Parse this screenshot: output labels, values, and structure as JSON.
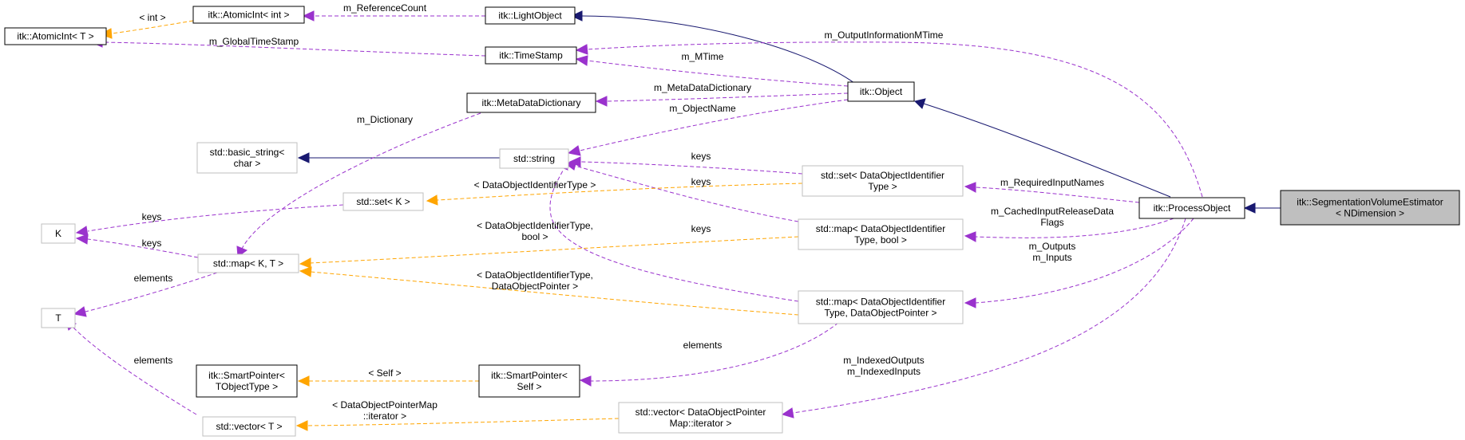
{
  "colors": {
    "inheritance": "#191970",
    "usage": "#9a32cd",
    "template": "#ffa500",
    "documented_border": "#000000",
    "undocumented_border": "#bfbfbf",
    "focus_fill": "#bfbfbf",
    "node_fill": "#ffffff"
  },
  "nodes": {
    "atomic_int_t": [
      "itk::AtomicInt< T >"
    ],
    "atomic_int_int": [
      "itk::AtomicInt< int >"
    ],
    "light_object": [
      "itk::LightObject"
    ],
    "time_stamp": [
      "itk::TimeStamp"
    ],
    "meta_data_dictionary": [
      "itk::MetaDataDictionary"
    ],
    "object": [
      "itk::Object"
    ],
    "basic_string": [
      "std::basic_string<",
      "char >"
    ],
    "std_string": [
      "std::string"
    ],
    "set_doi_type": [
      "std::set< DataObjectIdentifier",
      "Type >"
    ],
    "std_set_k": [
      "std::set< K >"
    ],
    "k": [
      "K"
    ],
    "map_kt": [
      "std::map< K, T >"
    ],
    "map_doi_bool": [
      "std::map< DataObjectIdentifier",
      "Type, bool >"
    ],
    "t": [
      "T"
    ],
    "map_doi_pointer": [
      "std::map< DataObjectIdentifier",
      "Type, DataObjectPointer >"
    ],
    "smart_pointer_tobject": [
      "itk::SmartPointer<",
      "TObjectType >"
    ],
    "smart_pointer_self": [
      "itk::SmartPointer<",
      "Self >"
    ],
    "std_vector_t": [
      "std::vector< T >"
    ],
    "vector_doi_pointer_map": [
      "std::vector< DataObjectPointer",
      "Map::iterator >"
    ],
    "process_object": [
      "itk::ProcessObject"
    ],
    "segmentation_volume_estimator": [
      "itk::SegmentationVolumeEstimator",
      "< NDimension >"
    ]
  },
  "labels": {
    "int_tpl": [
      "< int >"
    ],
    "reference_count": [
      "m_ReferenceCount"
    ],
    "global_time_stamp": [
      "m_GlobalTimeStamp"
    ],
    "output_information_mtime": [
      "m_OutputInformationMTime"
    ],
    "mtime": [
      "m_MTime"
    ],
    "meta_data_dictionary": [
      "m_MetaDataDictionary"
    ],
    "object_name": [
      "m_ObjectName"
    ],
    "dictionary": [
      "m_Dictionary"
    ],
    "keys_set_string": [
      "keys"
    ],
    "doi_type_tpl": [
      "< DataObjectIdentifierType >"
    ],
    "keys_map_bool_string": [
      "keys"
    ],
    "required_input_names": [
      "m_RequiredInputNames"
    ],
    "keys_set_k": [
      "keys"
    ],
    "keys_map_k": [
      "keys"
    ],
    "doi_bool_tpl": [
      "< DataObjectIdentifierType,",
      "bool >"
    ],
    "keys_map_ptr_string": [
      "keys"
    ],
    "cached_input_release": [
      "m_CachedInputReleaseData",
      "Flags"
    ],
    "elements_map_t": [
      "elements"
    ],
    "outputs_inputs": [
      "m_Outputs",
      "m_Inputs"
    ],
    "doi_pointer_tpl": [
      "< DataObjectIdentifierType,",
      "DataObjectPointer >"
    ],
    "elements_sp_self": [
      "elements"
    ],
    "self_tpl": [
      "< Self >"
    ],
    "elements_vector_t": [
      "elements"
    ],
    "indexed_outputs_inputs": [
      "m_IndexedOutputs",
      "m_IndexedInputs"
    ],
    "doi_pointer_map_tpl": [
      "< DataObjectPointerMap",
      "::iterator >"
    ]
  }
}
